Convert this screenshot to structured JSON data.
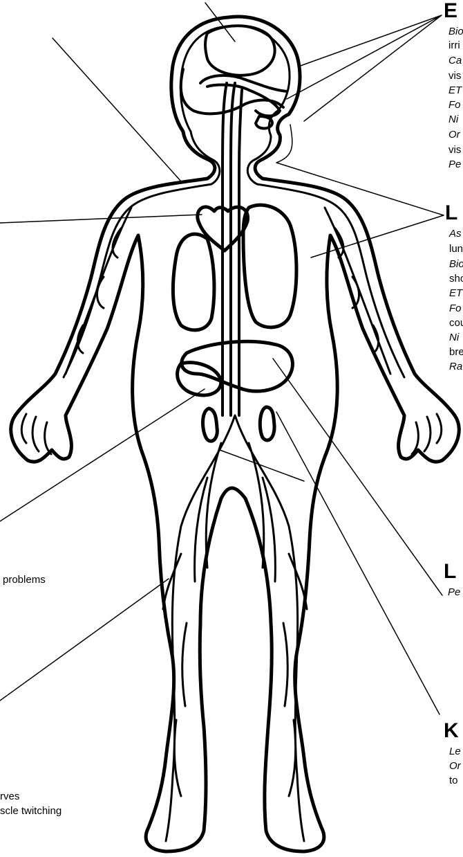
{
  "labels": {
    "eyes_nose_throat": {
      "header": "E",
      "lines": [
        "Bio",
        "irri",
        "Ca",
        "vis",
        "ET",
        "Fo",
        "Ni",
        "Or",
        "vis",
        "Pe"
      ]
    },
    "lungs": {
      "header": "L",
      "lines": [
        "As",
        "lun",
        "Bio",
        "sho",
        "ET",
        "Fo",
        "cou",
        "Ni",
        "bre",
        "Ra"
      ]
    },
    "liver": {
      "header": "L",
      "lines": [
        "Pe"
      ]
    },
    "kidneys": {
      "header": "K",
      "lines": [
        "Le",
        "Or",
        "to"
      ]
    },
    "left_fragments": {
      "stomach_fragment": "problems",
      "nerves_fragment_1": "rves",
      "nerves_fragment_2": "scle twitching"
    }
  },
  "colors": {
    "ink": "#000000",
    "background": "#ffffff"
  }
}
